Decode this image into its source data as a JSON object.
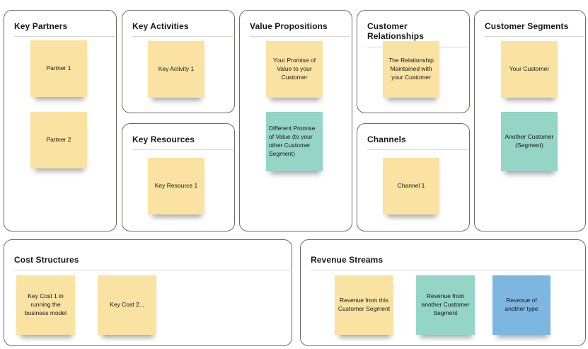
{
  "colors": {
    "yellow": "#FAE2A2",
    "teal": "#94D5C6",
    "blue": "#7EB6E2",
    "panel_border": "#6E6B68",
    "divider": "#D8D6D4",
    "heading_text": "#181818",
    "note_text": "#161616",
    "background": "#FFFFFF"
  },
  "panels": [
    {
      "title": "Key Partners",
      "notes": [
        {
          "text": "Partner 1",
          "color": "yellow"
        },
        {
          "text": "Partner 2",
          "color": "yellow"
        }
      ]
    },
    {
      "title": "Key Activities",
      "notes": [
        {
          "text": "Key Activity 1",
          "color": "yellow"
        }
      ]
    },
    {
      "title": "Key Resources",
      "notes": [
        {
          "text": "Key Resource 1",
          "color": "yellow"
        }
      ]
    },
    {
      "title": "Value Propositions",
      "notes": [
        {
          "text": "Your Promise of Value to your Customer",
          "color": "yellow"
        },
        {
          "text": "Different Promise of Value (to your other Customer Segment)",
          "color": "teal",
          "align": "left"
        }
      ]
    },
    {
      "title": "Customer Relationships",
      "notes": [
        {
          "text": "The Relationship Maintained with your Customer",
          "color": "yellow"
        }
      ]
    },
    {
      "title": "Channels",
      "notes": [
        {
          "text": "Channel 1",
          "color": "yellow"
        }
      ]
    },
    {
      "title": "Customer Segments",
      "notes": [
        {
          "text": "Your Customer",
          "color": "yellow"
        },
        {
          "text": "Another Customer (Segment)",
          "color": "teal"
        }
      ]
    },
    {
      "title": "Cost Structures",
      "notes": [
        {
          "text": "Key Cost 1 in running the business model",
          "color": "yellow"
        },
        {
          "text": "Key Cost 2...",
          "color": "yellow"
        }
      ]
    },
    {
      "title": "Revenue Streams",
      "notes": [
        {
          "text": "Revenue from this Customer Segment",
          "color": "yellow"
        },
        {
          "text": "Revenue from another Customer Segment",
          "color": "teal"
        },
        {
          "text": "Revenue of another type",
          "color": "blue"
        }
      ]
    }
  ]
}
